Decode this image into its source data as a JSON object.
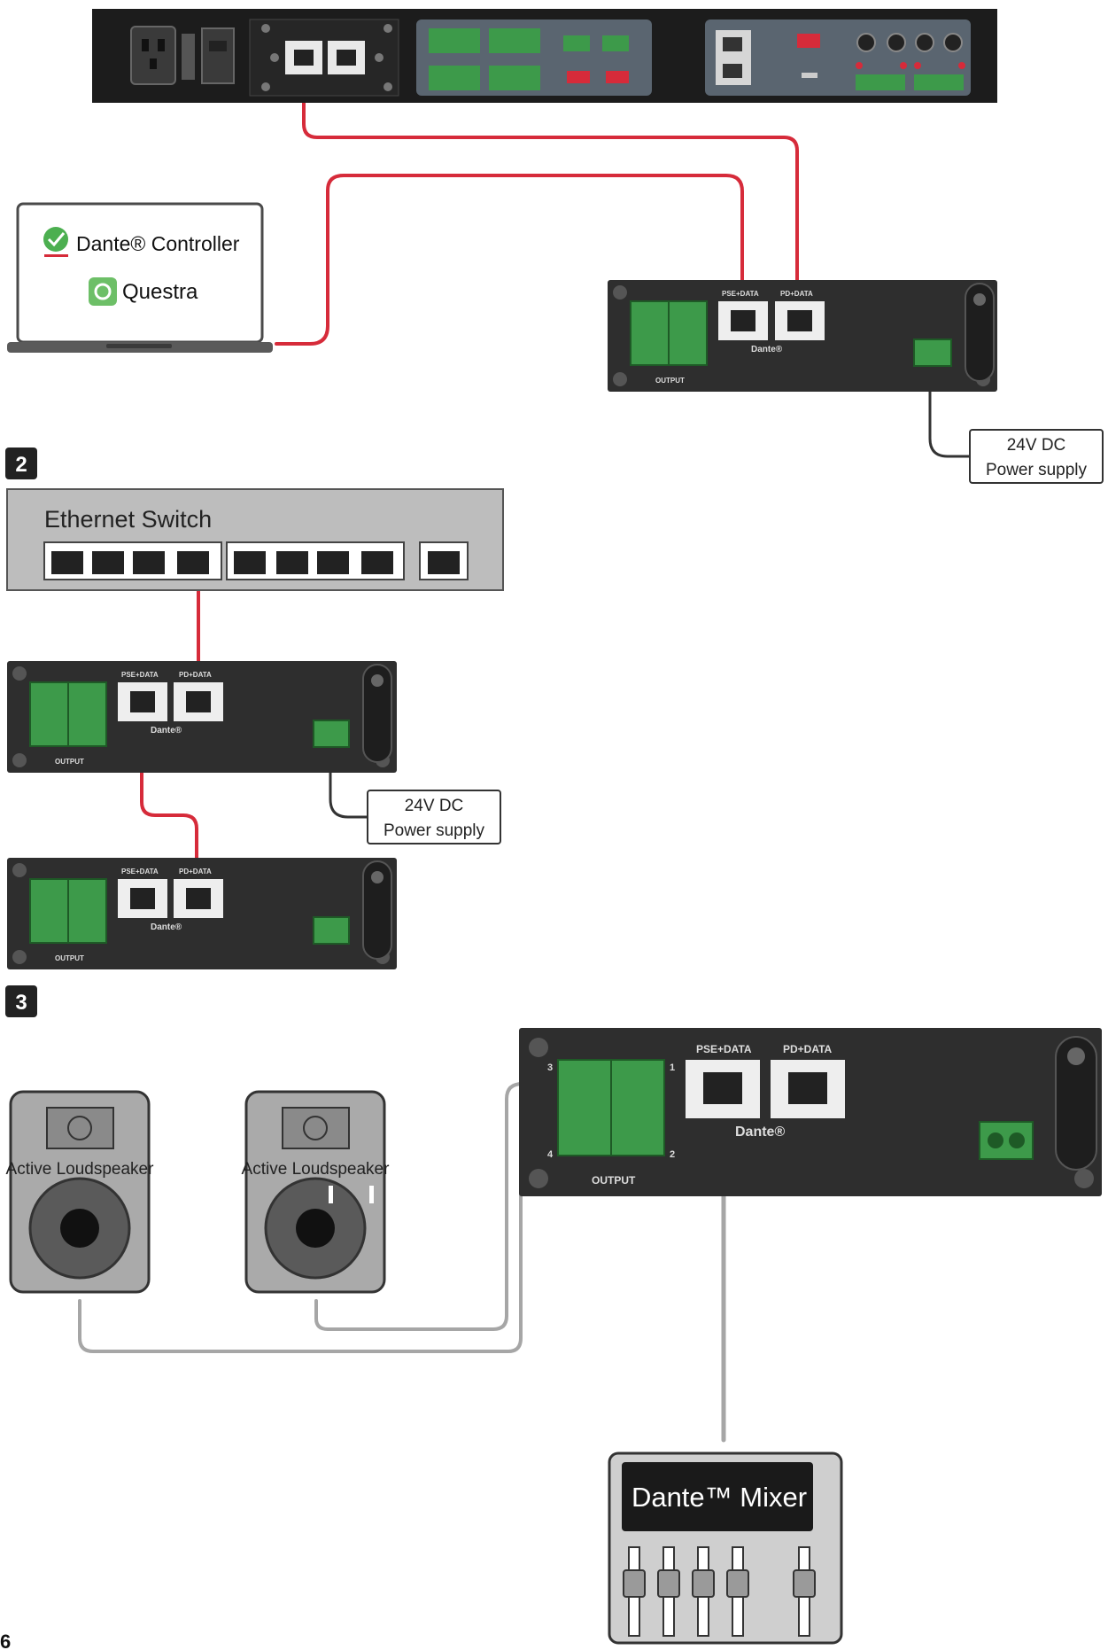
{
  "steps": {
    "step2": "2",
    "step3": "3"
  },
  "page_number": "6",
  "laptop": {
    "dante_controller": "Dante® Controller",
    "questra": "Questra"
  },
  "switch": {
    "title": "Ethernet Switch"
  },
  "power_supply": {
    "line1": "24V DC",
    "line2": "Power supply"
  },
  "loudspeaker": {
    "label": "Active Loudspeaker"
  },
  "mixer": {
    "title": "Dante™ Mixer"
  },
  "module": {
    "port1": "PSE+DATA",
    "port2": "PD+DATA",
    "dante_logo": "Dante®",
    "output_label": "OUTPUT",
    "pin_numbers": [
      "1",
      "2",
      "3",
      "4"
    ]
  },
  "icons": {
    "dante_check": "check-icon",
    "questra_logo": "questra-icon",
    "rj45": "rj45-port-icon",
    "phoenix": "terminal-block-icon"
  },
  "colors": {
    "red_cable": "#d62b3a",
    "grey_cable": "#a6a6a6",
    "device_dark": "#2e2e2e",
    "terminal_green": "#3d9a4a",
    "switch_grey": "#bdbdbd"
  }
}
